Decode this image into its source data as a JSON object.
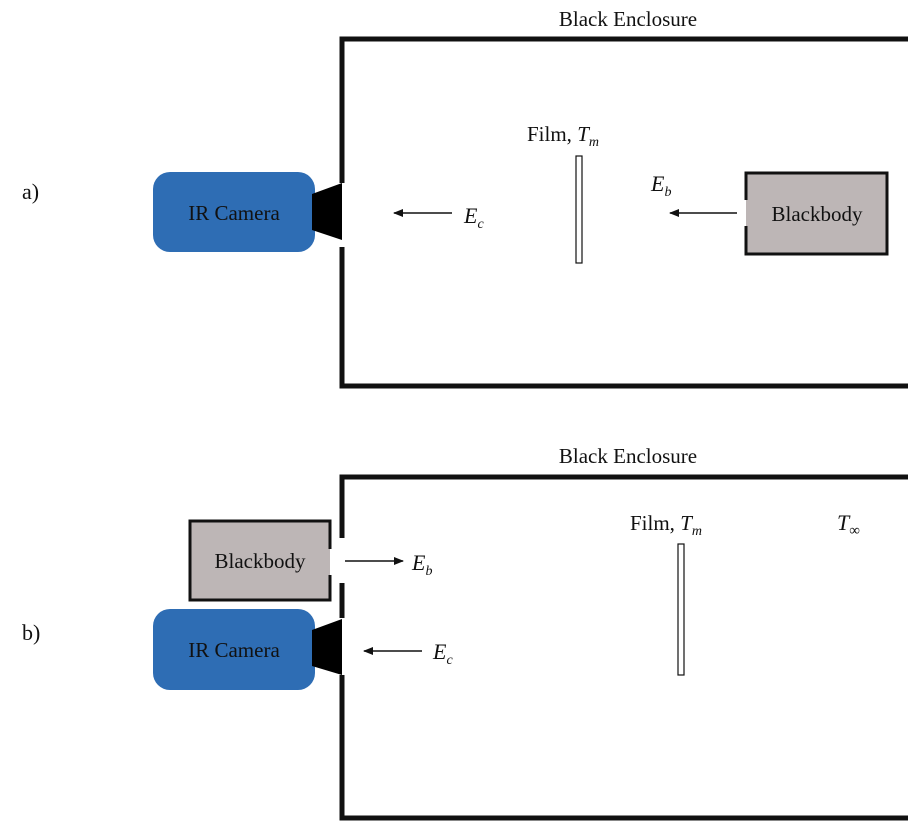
{
  "panels": [
    {
      "label": "a)",
      "enclosure_title": "Black Enclosure",
      "camera_label": "IR Camera",
      "blackbody_label": "Blackbody",
      "film_label": "Film, ",
      "film_symbol": "T",
      "film_subscript": "m",
      "camera_flux": "E",
      "camera_flux_sub": "c",
      "blackbody_flux": "E",
      "blackbody_flux_sub": "b"
    },
    {
      "label": "b)",
      "enclosure_title": "Black Enclosure",
      "camera_label": "IR Camera",
      "blackbody_label": "Blackbody",
      "film_label": "Film, ",
      "film_symbol": "T",
      "film_subscript": "m",
      "camera_flux": "E",
      "camera_flux_sub": "c",
      "blackbody_flux": "E",
      "blackbody_flux_sub": "b",
      "ambient_symbol": "T",
      "ambient_subscript": "∞"
    }
  ],
  "colors": {
    "camera": "#2e6db4",
    "blackbody": "#bdb6b6",
    "enclosure": "#111111",
    "film": "#ffffff"
  }
}
